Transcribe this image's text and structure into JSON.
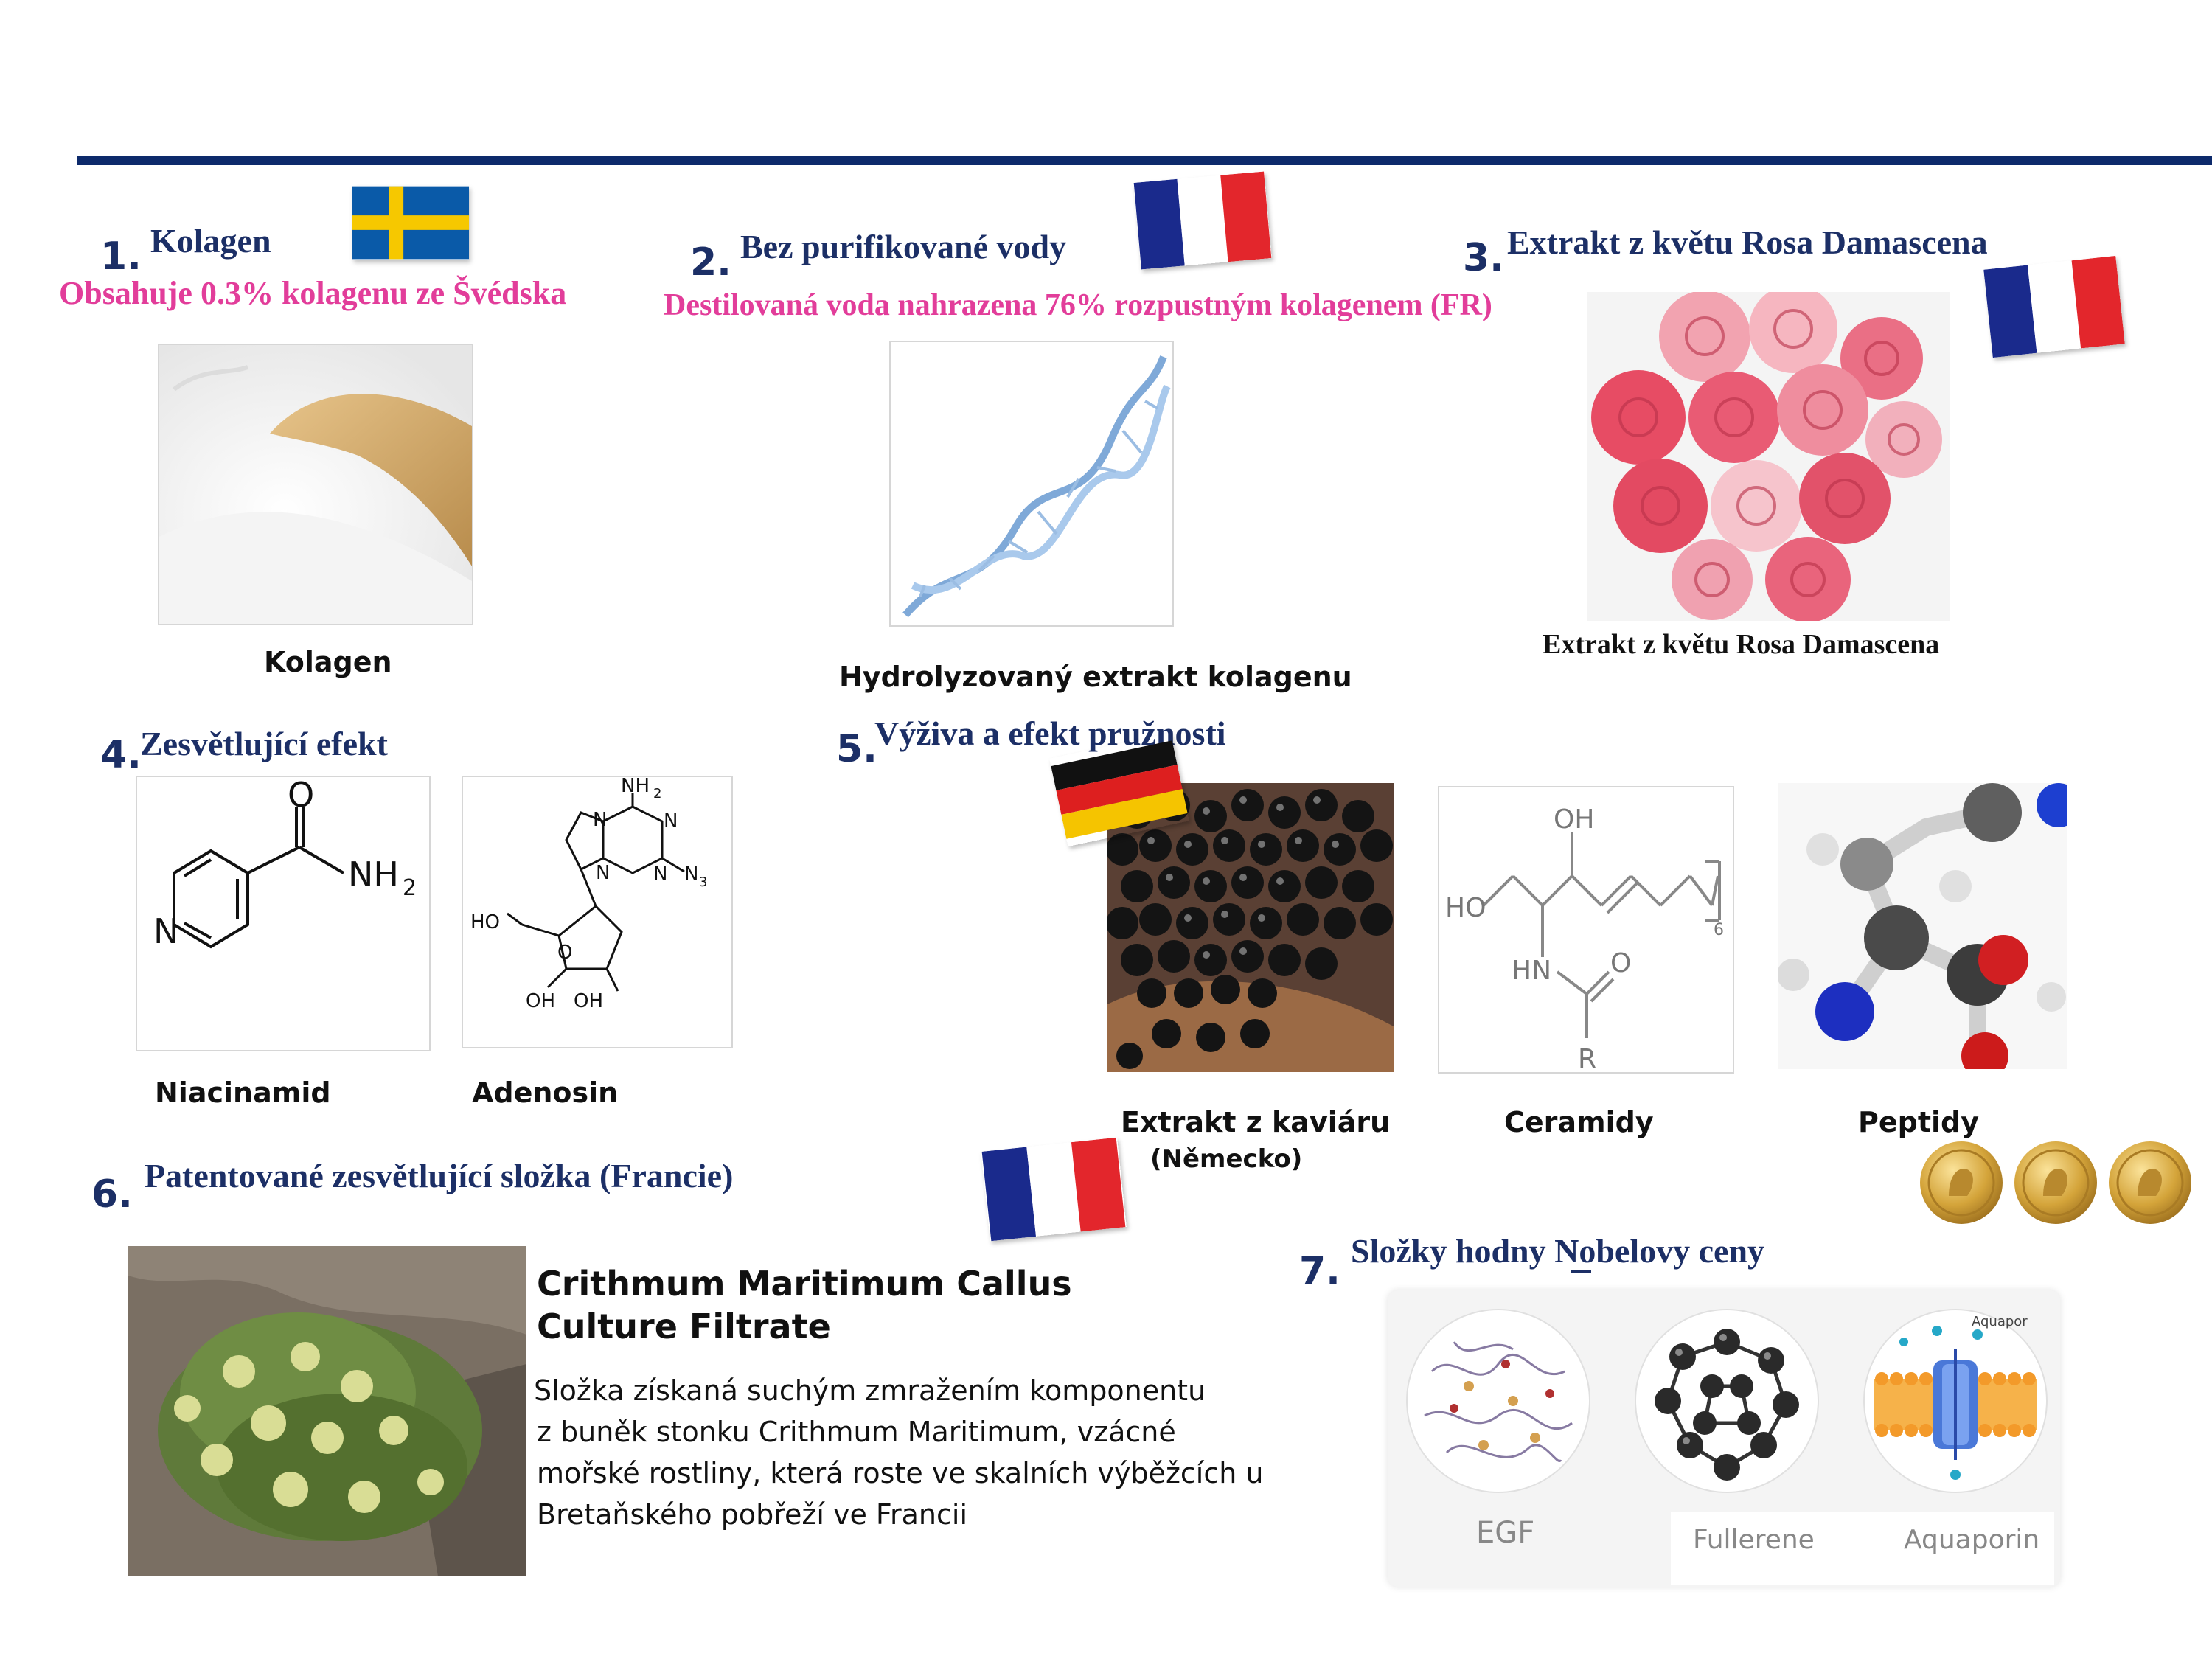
{
  "sections": {
    "s1": {
      "number": "1.",
      "title": "Kolagen",
      "subtitle": "Obsahuje 0.3% kolagenu ze Švédska",
      "caption": "Kolagen"
    },
    "s2": {
      "number": "2.",
      "title": "Bez purifikované vody",
      "subtitle": "Destilovaná voda nahrazena 76% rozpustným kolagenem (FR)",
      "caption": "Hydrolyzovaný extrakt kolagenu"
    },
    "s3": {
      "number": "3.",
      "title": "Extrakt z květu Rosa Damascena",
      "caption": "Extrakt z květu Rosa Damascena"
    },
    "s4": {
      "number": "4.",
      "title": "Zesvětlující efekt",
      "captions": [
        "Niacinamid",
        "Adenosin"
      ]
    },
    "s5": {
      "number": "5.",
      "title": "Výživa a efekt pružnosti",
      "captions": [
        "Extrakt z kaviáru",
        "(Německo)",
        "Ceramidy",
        "Peptidy"
      ]
    },
    "s6": {
      "number": "6.",
      "title": "Patentované zesvětlující složka (Francie)",
      "heading_line1": "Crithmum Maritimum Callus",
      "heading_line2": "Culture Filtrate",
      "body": [
        "Složka získaná suchým zmražením komponentu",
        "z buněk stonku Crithmum Maritimum, vzácné",
        "mořské rostliny, která roste ve skalních výběžcích u",
        "Bretaňského pobřeží ve Francii"
      ]
    },
    "s7": {
      "number": "7.",
      "title": "Složky hodny Nobelovy ceny",
      "items": [
        "EGF",
        "Fullerene",
        "Aquaporin"
      ]
    }
  },
  "chem": {
    "niacinamide": {
      "n": "N",
      "o": "O",
      "nh2": "NH",
      "sub2": "2"
    },
    "adenosine": {
      "nh2": "NH",
      "sub2": "2",
      "n": "N",
      "n3": "N",
      "sub3": "3",
      "ho": "HO",
      "o": "O",
      "oh": "OH"
    },
    "ceramide": {
      "oh": "OH",
      "ho": "HO",
      "hn": "HN",
      "o": "O",
      "r": "R",
      "n6": "6"
    },
    "aquaporin_tag": "Aquapor"
  },
  "colors": {
    "navy": "#1c2f66",
    "pink": "#e23d9a",
    "rule": "#0d2a6b"
  },
  "icons": [
    "sweden-flag",
    "france-flag",
    "germany-flag",
    "nobel-medal-icon"
  ]
}
